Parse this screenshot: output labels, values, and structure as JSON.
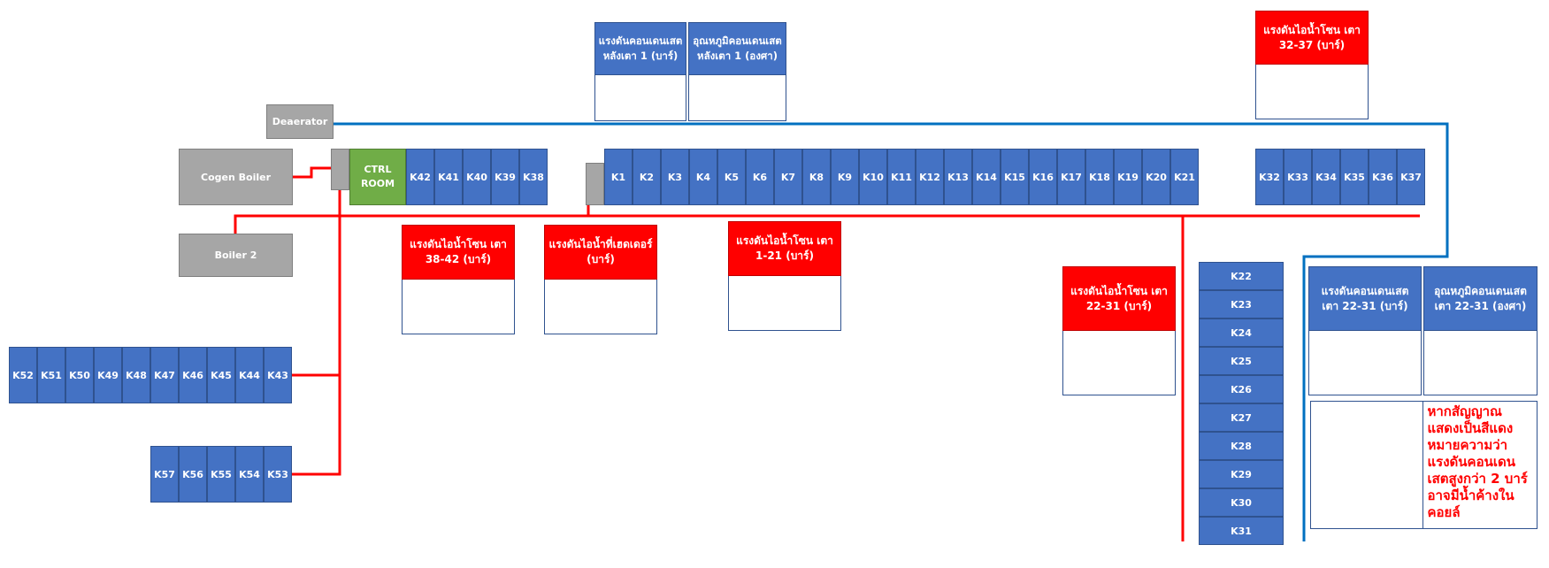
{
  "equipment": {
    "deaerator": "Deaerator",
    "cogen_boiler": "Cogen Boiler",
    "boiler_2": "Boiler 2",
    "ctrl_room": "CTRL ROOM"
  },
  "kiln_groups": {
    "k42_k38": [
      "K42",
      "K41",
      "K40",
      "K39",
      "K38"
    ],
    "k1_k21": [
      "K1",
      "K2",
      "K3",
      "K4",
      "K5",
      "K6",
      "K7",
      "K8",
      "K9",
      "K10",
      "K11",
      "K12",
      "K13",
      "K14",
      "K15",
      "K16",
      "K17",
      "K18",
      "K19",
      "K20",
      "K21"
    ],
    "k32_k37": [
      "K32",
      "K33",
      "K34",
      "K35",
      "K36",
      "K37"
    ],
    "k52_k43": [
      "K52",
      "K51",
      "K50",
      "K49",
      "K48",
      "K47",
      "K46",
      "K45",
      "K44",
      "K43"
    ],
    "k57_k53": [
      "K57",
      "K56",
      "K55",
      "K54",
      "K53"
    ],
    "k22_k31": [
      "K22",
      "K23",
      "K24",
      "K25",
      "K26",
      "K27",
      "K28",
      "K29",
      "K30",
      "K31"
    ]
  },
  "panels": {
    "cond_pressure_k1": "แรงดันคอนเดนเสตหลังเตา 1 (บาร์)",
    "cond_temp_k1": "อุณหภูมิคอนเดนเสตหลังเตา 1 (องศา)",
    "steam_32_37": "แรงดันไอน้ำโซน เตา 32-37 (บาร์)",
    "steam_38_42": "แรงดันไอน้ำโซน เตา 38-42 (บาร์)",
    "steam_header": "แรงดันไอน้ำที่เฮดเดอร์ (บาร์)",
    "steam_1_21": "แรงดันไอน้ำโซน เตา 1-21 (บาร์)",
    "steam_22_31": "แรงดันไอน้ำโซน เตา 22-31 (บาร์)",
    "cond_pressure_22_31": "แรงดันคอนเดนเสต เตา 22-31 (บาร์)",
    "cond_temp_22_31": "อุณหภูมิคอนเดนเสตเตา 22-31 (องศา)"
  },
  "note": "หากสัญญาณแสดงเป็นสีแดง หมายความว่า แรงดันคอนเดนเสตสูงกว่า 2 บาร์ อาจมีน้ำค้างในคอยล์",
  "colors": {
    "steam_line": "#ff0000",
    "condensate_line": "#0070c0",
    "kiln": "#4472c4",
    "alarm": "#ff0000",
    "ctrl_room": "#70ad47",
    "equipment": "#a6a6a6"
  }
}
